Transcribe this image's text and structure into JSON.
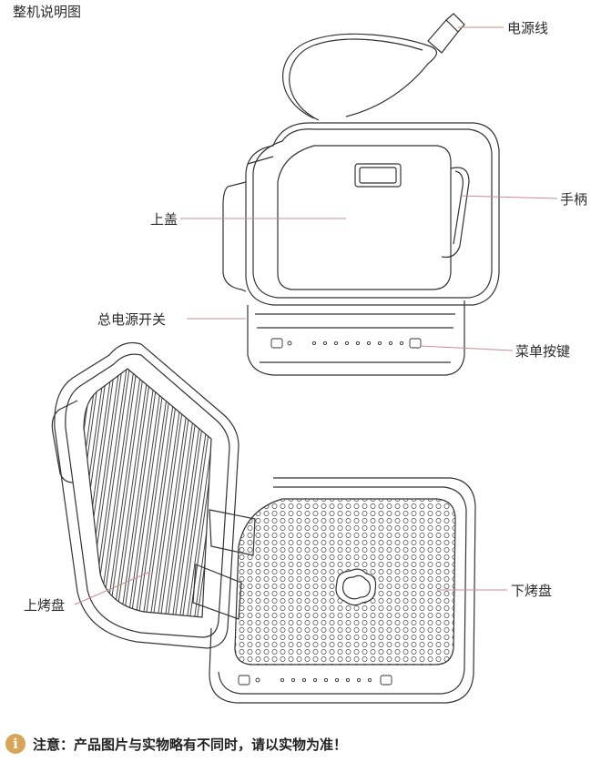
{
  "title": "整机说明图",
  "labels": {
    "power_cord": "电源线",
    "top_cover": "上盖",
    "handle": "手柄",
    "main_power_switch": "总电源开关",
    "menu_buttons": "菜单按键",
    "upper_plate": "上烤盘",
    "lower_plate": "下烤盘"
  },
  "note": {
    "icon": "info-icon",
    "text": "注意：产品图片与实物略有不同时，请以实物为准！"
  },
  "colors": {
    "line": "#333333",
    "leader": "#c98c8c",
    "accent": "#d7a55a"
  }
}
